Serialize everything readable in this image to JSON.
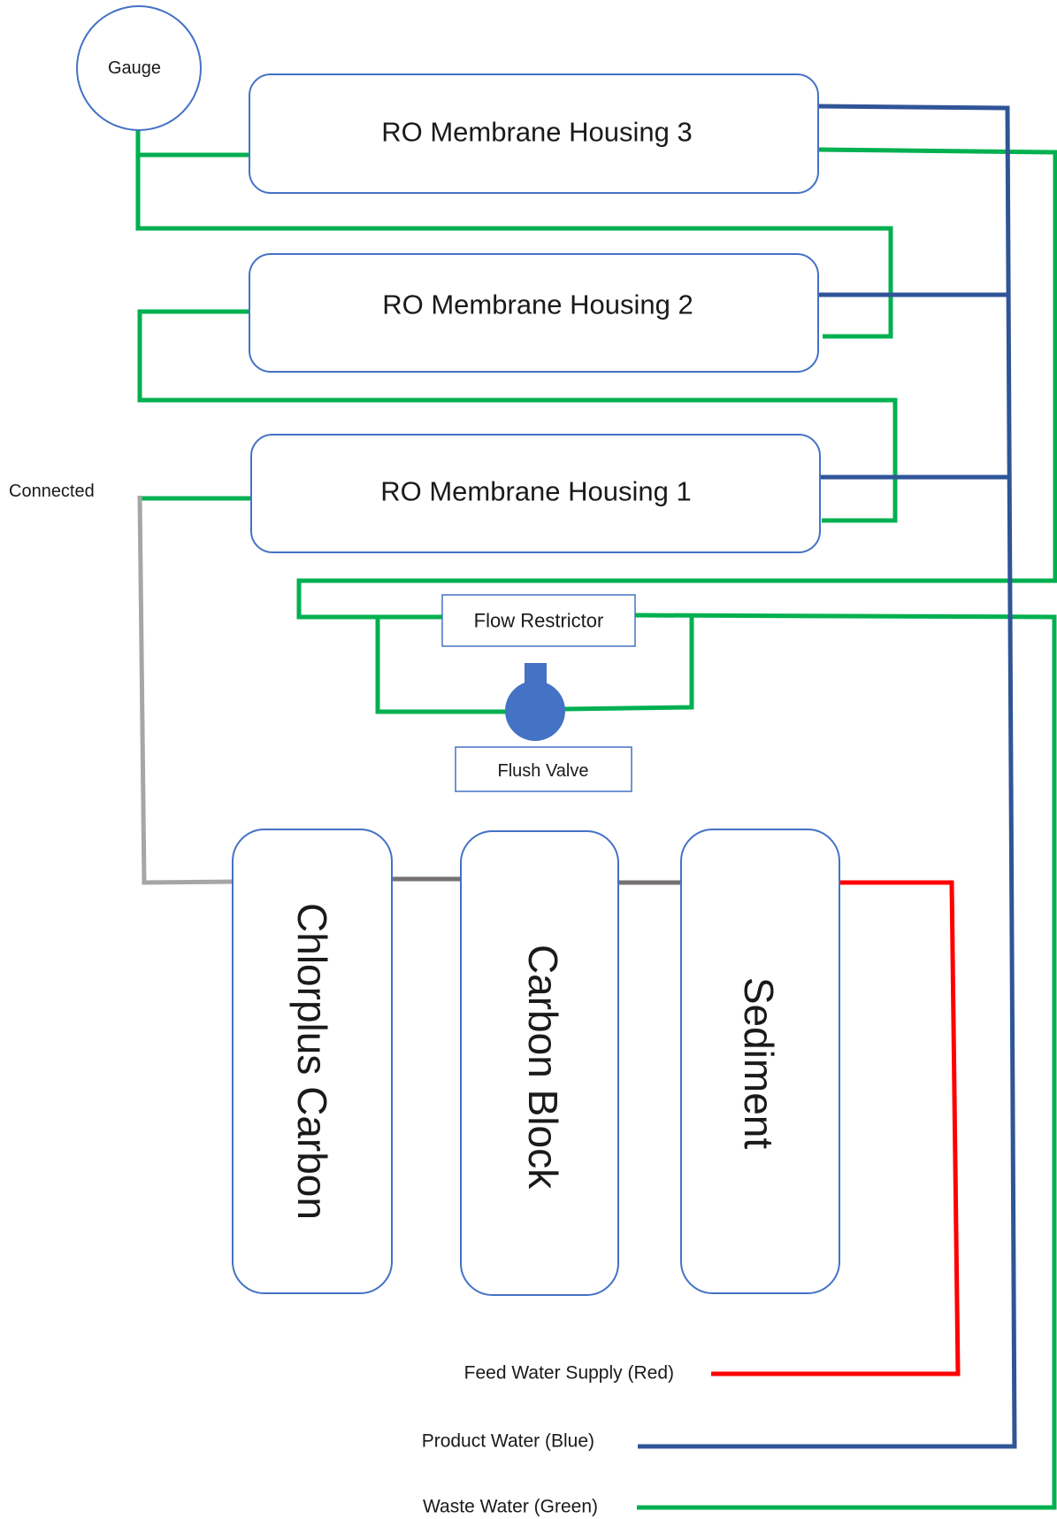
{
  "colors": {
    "box_stroke": "#4472c4",
    "feed_red": "#ff0000",
    "product_blue": "#2f5597",
    "waste_green": "#00b050",
    "connector_gray": "#a6a6a6",
    "link_dark_gray": "#767171",
    "valve_fill": "#4472c4"
  },
  "nodes": {
    "gauge": "Gauge",
    "membrane_3": "RO Membrane Housing 3",
    "membrane_2": "RO Membrane Housing 2",
    "membrane_1": "RO Membrane Housing 1",
    "flow_restrictor": "Flow Restrictor",
    "flush_valve": "Flush Valve",
    "chlorplus_carbon": "Chlorplus Carbon",
    "carbon_block": "Carbon Block",
    "sediment": "Sediment"
  },
  "annotations": {
    "connected": "Connected"
  },
  "legend": {
    "feed": "Feed Water Supply (Red)",
    "product": "Product Water (Blue)",
    "waste": "Waste Water (Green)"
  }
}
